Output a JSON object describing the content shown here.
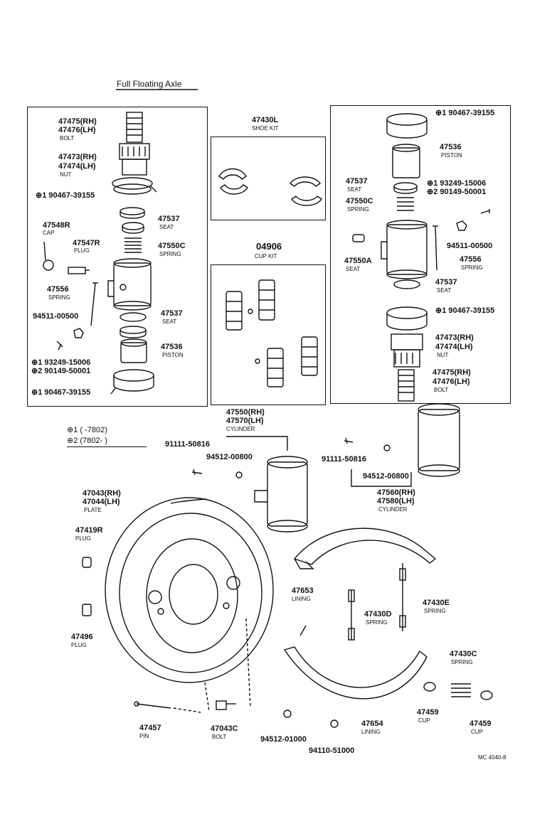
{
  "title": "Full Floating Axle",
  "footer": "MC 4040-8",
  "legend": {
    "l1": "⊕1 (     -7802)",
    "l2": "⊕2 (7802-     )"
  },
  "shoe_kit": {
    "pn": "47430L",
    "nm": "SHOE KIT"
  },
  "cup_kit": {
    "pn": "04906",
    "nm": "CUP KIT"
  },
  "left_box": {
    "bolt_pn": [
      "47475(RH)",
      "47476(LH)"
    ],
    "bolt_nm": "BOLT",
    "nut_pn": [
      "47473(RH)",
      "47474(LH)"
    ],
    "nut_nm": "NUT",
    "boot_top": "⊕1 90467-39155",
    "cap_pn": "47548R",
    "cap_nm": "CAP",
    "plug_pn": "47547R",
    "plug_nm": "PLUG",
    "seat1_pn": "47537",
    "seat1_nm": "SEAT",
    "spring1_pn": "47550C",
    "spring1_nm": "SPRING",
    "spring2_pn": "47556",
    "spring2_nm": "SPRING",
    "nut2": "94511-00500",
    "seat2_pn": "47537",
    "seat2_nm": "SEAT",
    "piston_pn": "47536",
    "piston_nm": "PISTON",
    "b1": "⊕1 93249-15006",
    "b2": "⊕2 90149-50001",
    "boot_bottom": "⊕1 90467-39155"
  },
  "right_box": {
    "boot_top": "⊕1 90467-39155",
    "piston_pn": "47536",
    "piston_nm": "PISTON",
    "seat1_pn": "47537",
    "seat1_nm": "SEAT",
    "b1": "⊕1 93249-15006",
    "b2": "⊕2 90149-50001",
    "spring1_pn": "47550C",
    "spring1_nm": "SPRING",
    "nut2": "94511-00500",
    "seat3_pn": "47550A",
    "seat3_nm": "SEAT",
    "spring2_pn": "47556",
    "spring2_nm": "SPRING",
    "seat2_pn": "47537",
    "seat2_nm": "SEAT",
    "boot_bottom": "⊕1 90467-39155",
    "nut_pn": [
      "47473(RH)",
      "47474(LH)"
    ],
    "nut_nm": "NUT",
    "bolt_pn": [
      "47475(RH)",
      "47476(LH)"
    ],
    "bolt_nm": "BOLT"
  },
  "cyl_top": {
    "pn": [
      "47550(RH)",
      "47570(LH)"
    ],
    "nm": "CYLINDER"
  },
  "cyl_bot": {
    "pn": [
      "47560(RH)",
      "47580(LH)"
    ],
    "nm": "CYLINDER"
  },
  "bolt_l": "91111-50816",
  "bolt_r": "91111-50816",
  "wash_l": "94512-00800",
  "wash_r": "94512-00800",
  "plate": {
    "pn": [
      "47043(RH)",
      "47044(LH)"
    ],
    "nm": "PLATE"
  },
  "plug1": {
    "pn": "47419R",
    "nm": "PLUG"
  },
  "plug2": {
    "pn": "47496",
    "nm": "PLUG"
  },
  "pin": {
    "pn": "47457",
    "nm": "PIN"
  },
  "bolt2": {
    "pn": "47043C",
    "nm": "BOLT"
  },
  "wash3": "94512-01000",
  "nut3": "94110-51000",
  "lining1": {
    "pn": "47653",
    "nm": "LINING"
  },
  "lining2": {
    "pn": "47654",
    "nm": "LINING"
  },
  "spr_d": {
    "pn": "47430D",
    "nm": "SPRING"
  },
  "spr_e": {
    "pn": "47430E",
    "nm": "SPRING"
  },
  "spr_c": {
    "pn": "47430C",
    "nm": "SPRING"
  },
  "cup1": {
    "pn": "47459",
    "nm": "CUP"
  },
  "cup2": {
    "pn": "47459",
    "nm": "CUP"
  }
}
